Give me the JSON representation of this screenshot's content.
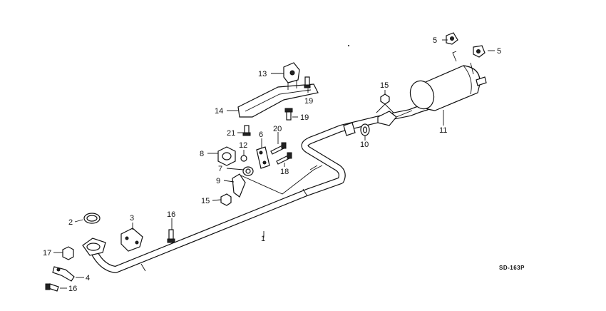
{
  "diagram": {
    "code": "SD-163P",
    "labels": [
      "1",
      "2",
      "3",
      "4",
      "5",
      "5",
      "6",
      "7",
      "8",
      "9",
      "10",
      "11",
      "12",
      "13",
      "14",
      "15",
      "15",
      "16",
      "16",
      "17",
      "18",
      "19",
      "19",
      "20",
      "21"
    ]
  }
}
